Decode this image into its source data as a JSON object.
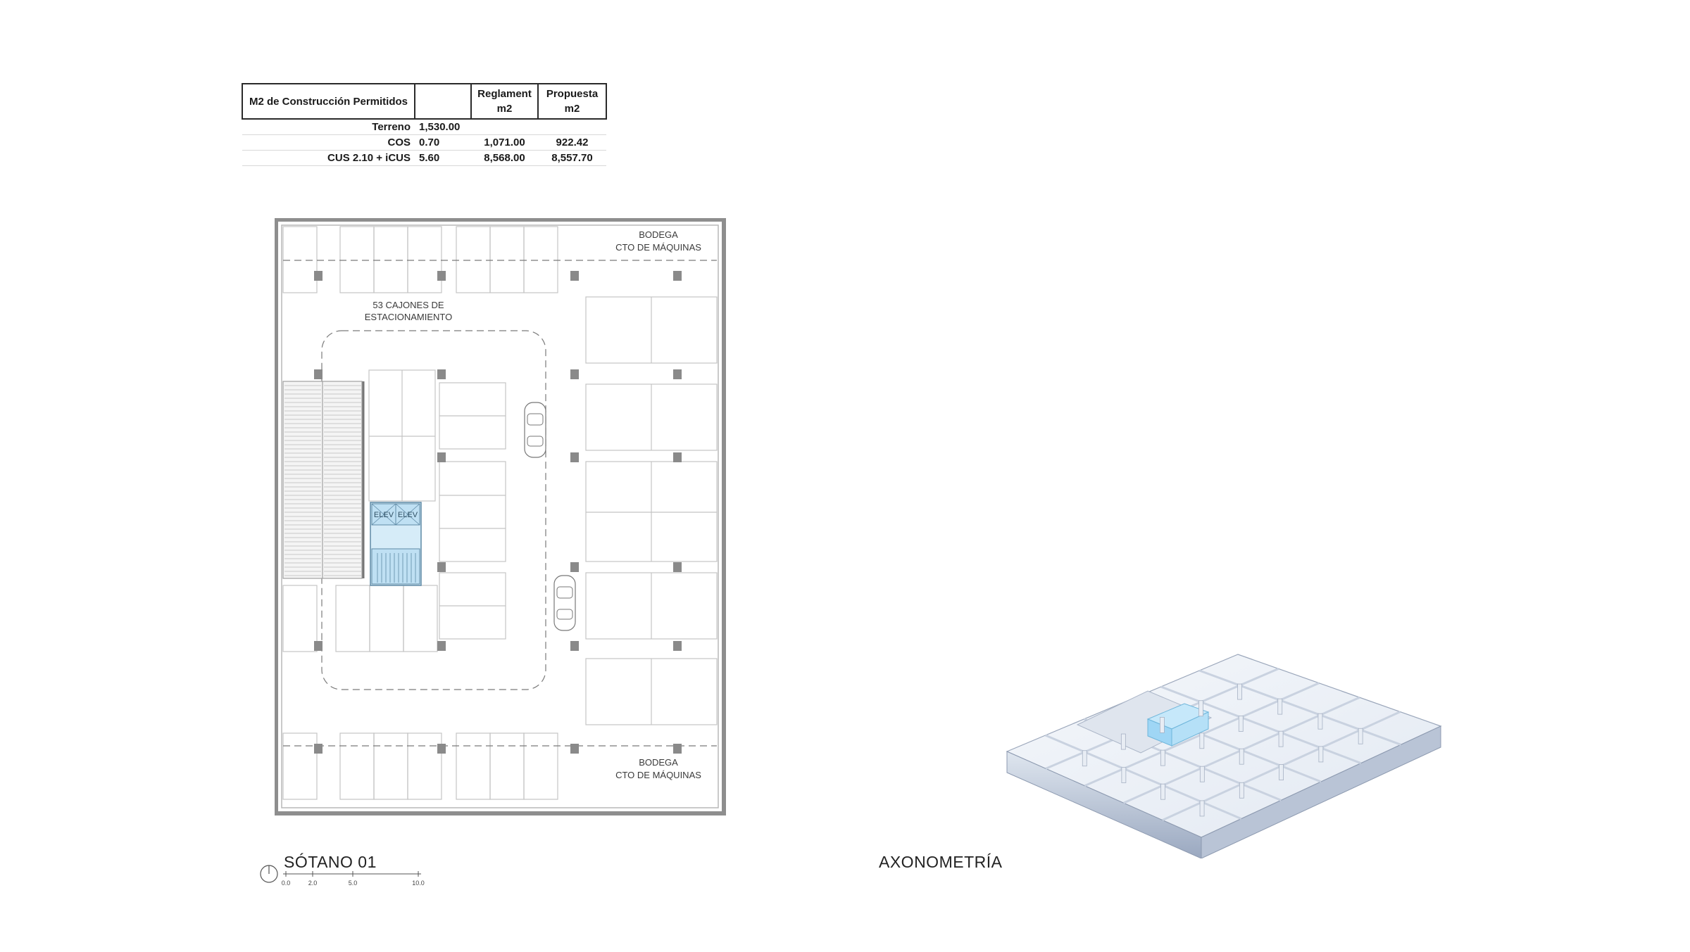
{
  "area_table": {
    "headers": [
      "M2 de Construcción Permitidos",
      "Reglament m2",
      "Propuesta m2"
    ],
    "rows": [
      {
        "label": "Terreno",
        "factor": "1,530.00",
        "reglamento": "",
        "propuesta": ""
      },
      {
        "label": "COS",
        "factor": "0.70",
        "reglamento": "1,071.00",
        "propuesta": "922.42"
      },
      {
        "label": "CUS 2.10 + iCUS",
        "factor": "5.60",
        "reglamento": "8,568.00",
        "propuesta": "8,557.70"
      }
    ]
  },
  "plan": {
    "top_room": {
      "line1": "BODEGA",
      "line2": "CTO DE MÁQUINAS"
    },
    "bottom_room": {
      "line1": "BODEGA",
      "line2": "CTO DE MÁQUINAS"
    },
    "parking_note": {
      "line1": "53 CAJONES DE",
      "line2": "ESTACIONAMIENTO"
    },
    "elevator_labels": [
      "ELEV",
      "ELEV"
    ]
  },
  "captions": {
    "plan_title": "SÓTANO 01",
    "axo_title": "AXONOMETRÍA"
  },
  "scale_bar": {
    "ticks": [
      "0.0",
      "2.0",
      "5.0",
      "10.0"
    ]
  },
  "colors": {
    "wall": "#8e8e8e",
    "column": "#8a8a8a",
    "elevator": "#bfe0f3",
    "axo_highlight": "#9fd6f5"
  }
}
